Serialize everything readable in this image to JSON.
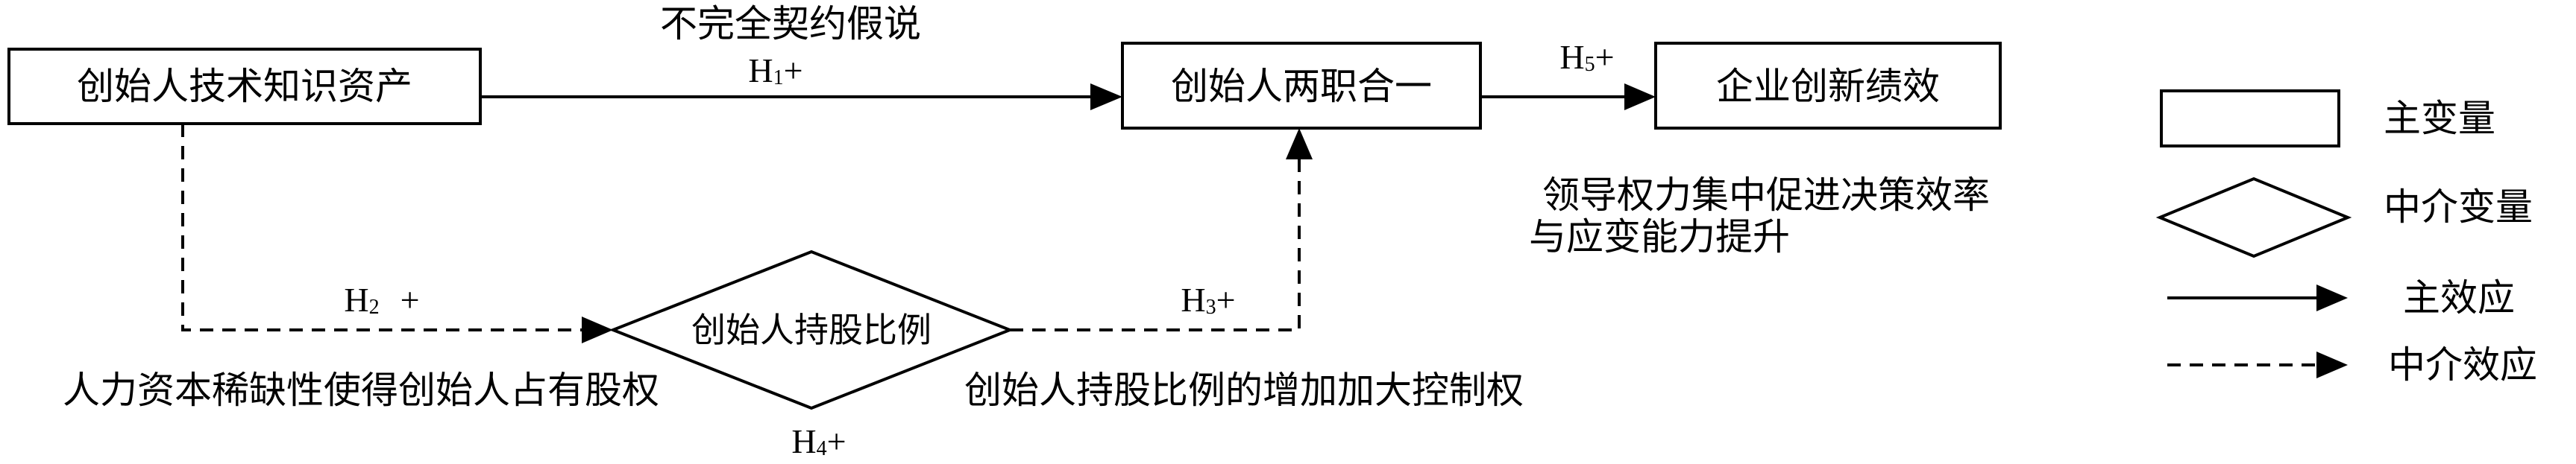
{
  "nodes": {
    "founder_tech_knowledge": "创始人技术知识资产",
    "founder_duality": "创始人两职合一",
    "innovation_performance": "企业创新绩效",
    "founder_shareholding": "创始人持股比例"
  },
  "annotations": {
    "incomplete_contract": "不完全契约假说",
    "leadership_power": "领导权力集中促进决策效率",
    "adaptability": "与应变能力提升",
    "human_capital": "人力资本稀缺性使得创始人占有股权",
    "control_rights": "创始人持股比例的增加加大控制权"
  },
  "hypotheses": {
    "h1": {
      "base": "H",
      "sub": "1",
      "sign": "+"
    },
    "h2": {
      "base": "H",
      "sub": "2",
      "sign": "+"
    },
    "h3": {
      "base": "H",
      "sub": "3",
      "sign": "+"
    },
    "h4": {
      "base": "H",
      "sub": "4",
      "sign": "+"
    },
    "h5": {
      "base": "H",
      "sub": "5",
      "sign": "+"
    }
  },
  "legend": {
    "main_variable": "主变量",
    "mediator_variable": "中介变量",
    "main_effect": "主效应",
    "mediation_effect": "中介效应"
  },
  "colors": {
    "stroke": "#000000",
    "background": "#ffffff"
  }
}
